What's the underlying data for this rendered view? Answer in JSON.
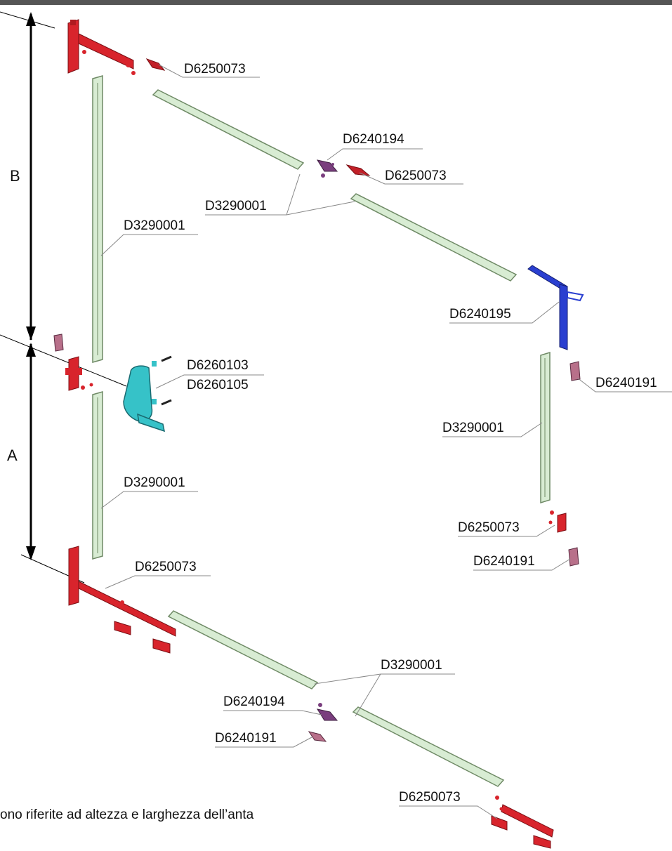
{
  "dimensions": {
    "b": "B",
    "a": "A"
  },
  "labels": {
    "p1": "D6250073",
    "p2": "D6240194",
    "p3": "D6250073",
    "p4": "D3290001",
    "p5": "D3290001",
    "p6": "D6240195",
    "p7": "D6260103",
    "p8": "D6260105",
    "p9": "D6240191",
    "p10": "D3290001",
    "p11": "D3290001",
    "p12": "D6250073",
    "p13": "D6250073",
    "p14": "D6240191",
    "p15": "D3290001",
    "p16": "D6240194",
    "p17": "D6240191",
    "p18": "D6250073"
  },
  "caption": "ono riferite ad altezza e larghezza dell’anta",
  "colors": {
    "rod": "#d8ecd3",
    "rod_stroke": "#6f8a66",
    "red": "#d8242c",
    "blue": "#2a3fd0",
    "cyan": "#36c2c8",
    "purple": "#7a3e7e",
    "pink": "#b8708a"
  }
}
